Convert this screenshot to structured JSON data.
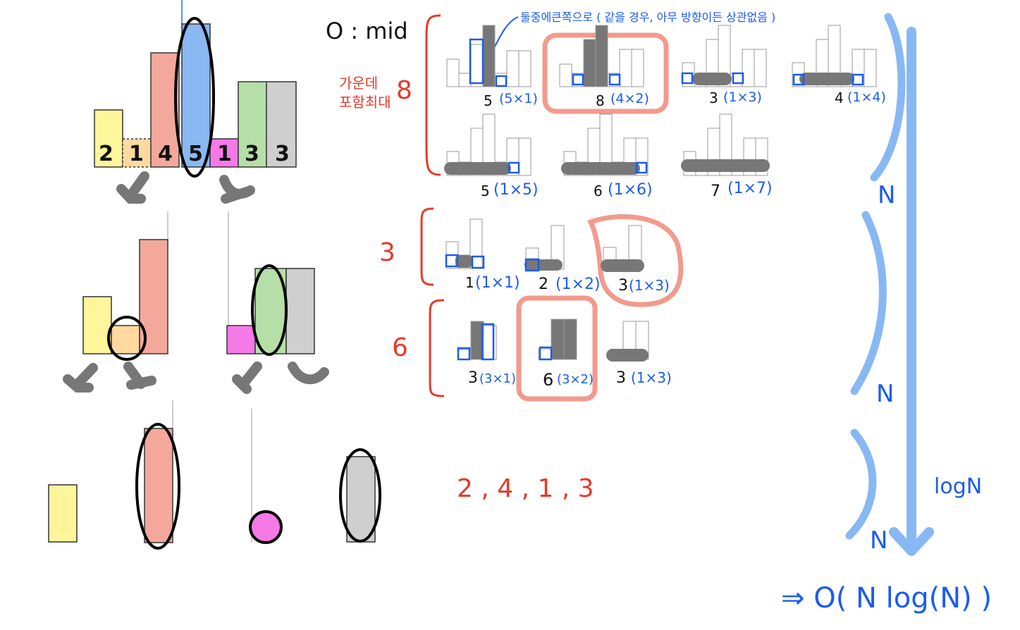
{
  "diagram": {
    "legend": "O : mid",
    "tree": {
      "level0": {
        "bars": [
          "2",
          "1",
          "4",
          "5",
          "1",
          "3",
          "3"
        ],
        "bar_colors": [
          "#fff59a",
          "#ffd9a0",
          "#f4a89c",
          "#8ab8f2",
          "#f57ae8",
          "#b6dfa8",
          "#cfcfcf"
        ]
      }
    },
    "section1": {
      "label": "8",
      "korean_note": "가운데\n포함최대",
      "top_note": "둘중에큰쪽으로 ( 같을 경우, 아무 방향이든 상관없음 )",
      "items": [
        {
          "value": "5",
          "dims": "(5×1)"
        },
        {
          "value": "8",
          "dims": "(4×2)"
        },
        {
          "value": "3",
          "dims": "(1×3)"
        },
        {
          "value": "4",
          "dims": "(1×4)"
        },
        {
          "value": "5",
          "dims": "(1×5)"
        },
        {
          "value": "6",
          "dims": "(1×6)"
        },
        {
          "value": "7",
          "dims": "(1×7)"
        }
      ]
    },
    "section2": {
      "label": "3",
      "items": [
        {
          "value": "1",
          "dims": "(1×1)"
        },
        {
          "value": "2",
          "dims": "(1×2)"
        },
        {
          "value": "3",
          "dims": "(1×3)"
        }
      ]
    },
    "section3": {
      "label": "6",
      "items": [
        {
          "value": "3",
          "dims": "(3×1)"
        },
        {
          "value": "6",
          "dims": "(3×2)"
        },
        {
          "value": "3",
          "dims": "(1×3)"
        }
      ]
    },
    "leaves_text": "2 ,  4 , 1 , 3",
    "complexity": {
      "per_level": [
        "N",
        "N",
        "N"
      ],
      "depth": "logN",
      "result": "⇒ O( N log(N) )"
    }
  }
}
